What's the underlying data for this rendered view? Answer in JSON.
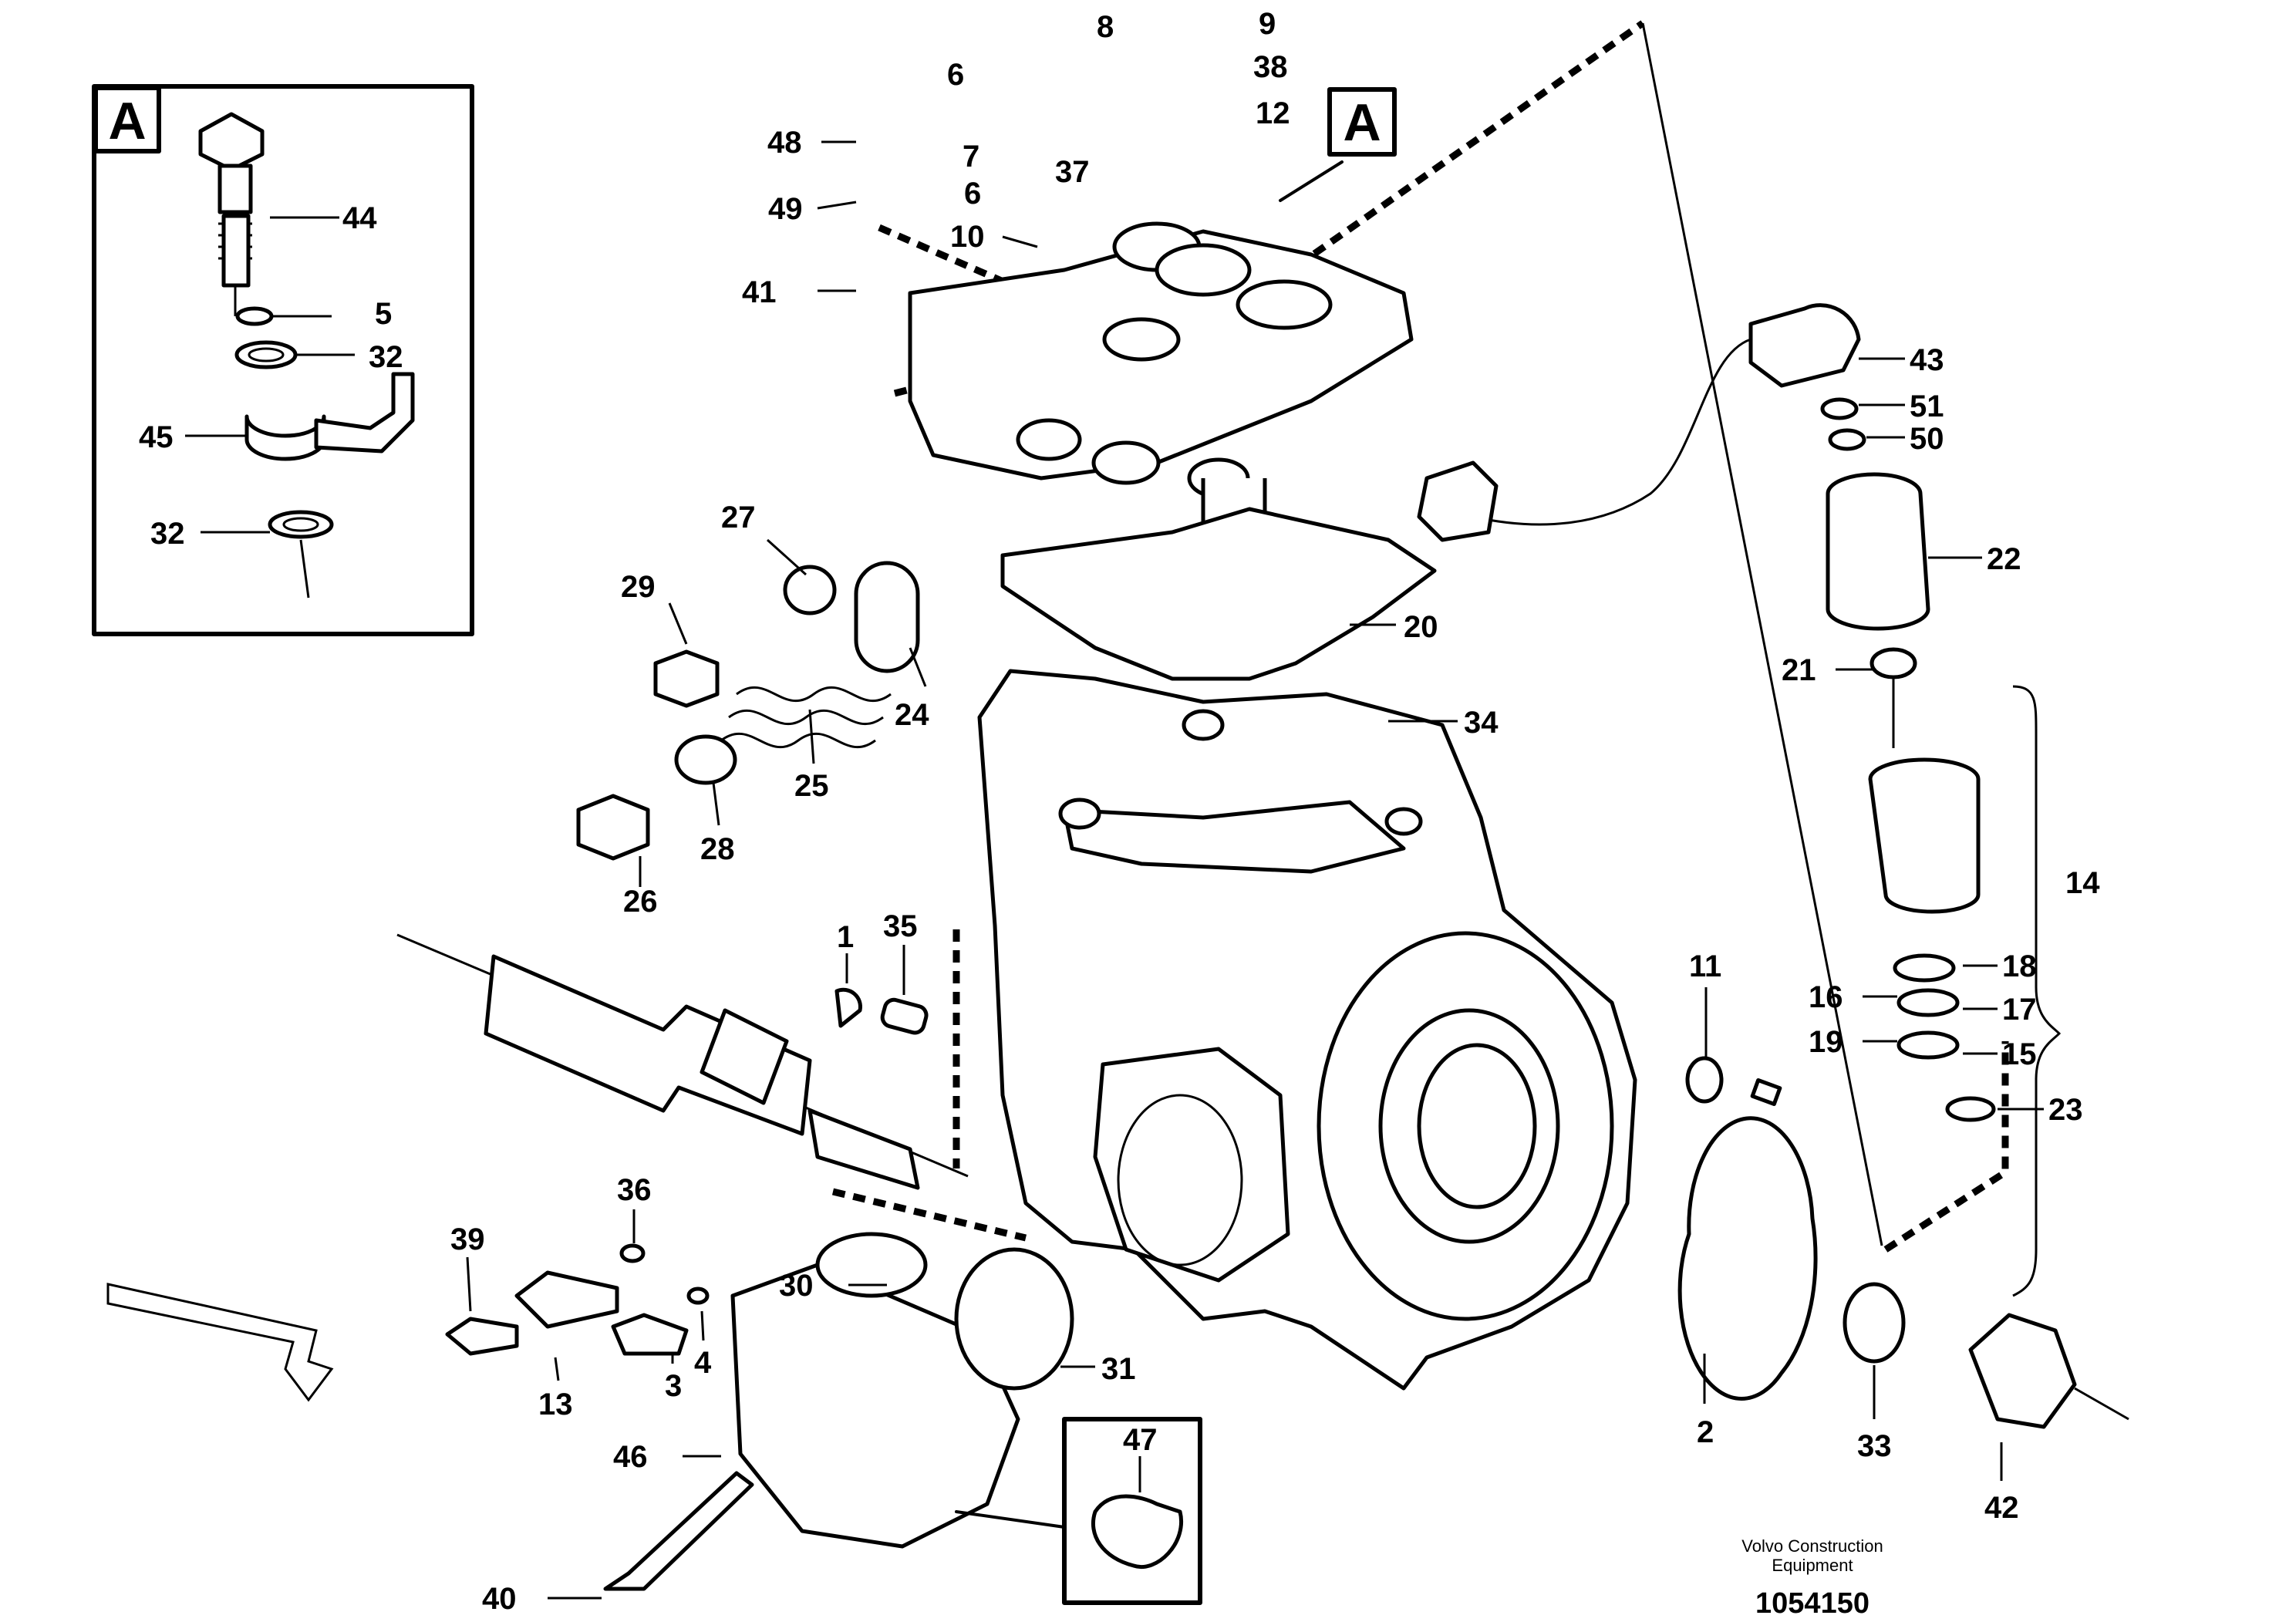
{
  "detail_view": {
    "letter": "A"
  },
  "callouts": [
    {
      "label": "44"
    },
    {
      "label": "5"
    },
    {
      "label": "32"
    },
    {
      "label": "45"
    },
    {
      "label": "32"
    },
    {
      "label": "6"
    },
    {
      "label": "8"
    },
    {
      "label": "9"
    },
    {
      "label": "38"
    },
    {
      "label": "12"
    },
    {
      "label": "48"
    },
    {
      "label": "7"
    },
    {
      "label": "37"
    },
    {
      "label": "6"
    },
    {
      "label": "49"
    },
    {
      "label": "10"
    },
    {
      "label": "41"
    },
    {
      "label": "43"
    },
    {
      "label": "51"
    },
    {
      "label": "50"
    },
    {
      "label": "22"
    },
    {
      "label": "21"
    },
    {
      "label": "14"
    },
    {
      "label": "18"
    },
    {
      "label": "16"
    },
    {
      "label": "17"
    },
    {
      "label": "19"
    },
    {
      "label": "15"
    },
    {
      "label": "23"
    },
    {
      "label": "27"
    },
    {
      "label": "29"
    },
    {
      "label": "24"
    },
    {
      "label": "25"
    },
    {
      "label": "20"
    },
    {
      "label": "34"
    },
    {
      "label": "28"
    },
    {
      "label": "26"
    },
    {
      "label": "1"
    },
    {
      "label": "35"
    },
    {
      "label": "11"
    },
    {
      "label": "36"
    },
    {
      "label": "39"
    },
    {
      "label": "13"
    },
    {
      "label": "3"
    },
    {
      "label": "4"
    },
    {
      "label": "30"
    },
    {
      "label": "31"
    },
    {
      "label": "46"
    },
    {
      "label": "47"
    },
    {
      "label": "40"
    },
    {
      "label": "2"
    },
    {
      "label": "33"
    },
    {
      "label": "42"
    }
  ],
  "credit": {
    "line1": "Volvo Construction",
    "line2": "Equipment"
  },
  "document_number": "1054150"
}
